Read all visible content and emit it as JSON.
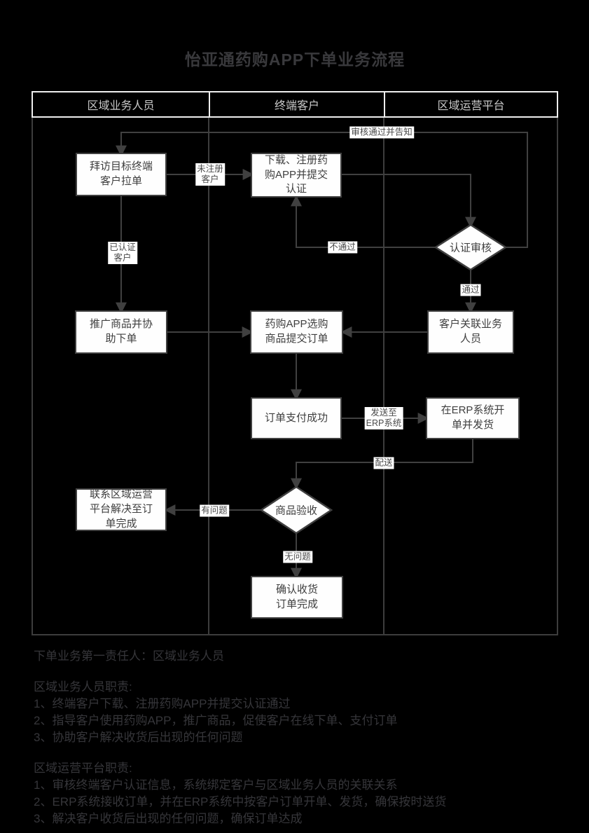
{
  "title": "怡亚通药购APP下单业务流程",
  "lanes": [
    {
      "label": "区域业务人员"
    },
    {
      "label": "终端客户"
    },
    {
      "label": "区域运营平台"
    }
  ],
  "nodes": {
    "visit": {
      "type": "process",
      "lane": "区域业务人员",
      "label": "拜访目标终端\n客户拉单"
    },
    "download": {
      "type": "process",
      "lane": "终端客户",
      "label": "下载、注册药\n购APP并提交\n认证"
    },
    "cert_review": {
      "type": "decision",
      "lane": "区域运营平台",
      "label": "认证审核"
    },
    "promote": {
      "type": "process",
      "lane": "区域业务人员",
      "label": "推广商品并协\n助下单"
    },
    "app_order": {
      "type": "process",
      "lane": "终端客户",
      "label": "药购APP选购\n商品提交订单"
    },
    "bind_staff": {
      "type": "process",
      "lane": "区域运营平台",
      "label": "客户关联业务\n人员"
    },
    "order_paid": {
      "type": "process",
      "lane": "终端客户",
      "label": "订单支付成功"
    },
    "erp_ship": {
      "type": "process",
      "lane": "区域运营平台",
      "label": "在ERP系统开\n单并发货"
    },
    "acceptance": {
      "type": "decision",
      "lane": "终端客户",
      "label": "商品验收"
    },
    "contact_platform": {
      "type": "process",
      "lane": "区域业务人员",
      "label": "联系区域运营\n平台解决至订\n单完成"
    },
    "confirm_receipt": {
      "type": "process",
      "lane": "终端客户",
      "label": "确认收货\n订单完成"
    }
  },
  "edge_labels": {
    "unregistered": "未注册\n客户",
    "certified": "已认证\n客户",
    "review_passed_notify": "审核通过并告知",
    "not_passed": "不通过",
    "passed": "通过",
    "send_to_erp": "发送至\nERP系统",
    "delivery": "配送",
    "has_problem": "有问题",
    "no_problem": "无问题"
  },
  "edges": [
    {
      "from": "visit",
      "to": "download",
      "label": "未注册客户"
    },
    {
      "from": "visit",
      "to": "promote",
      "label": "已认证客户"
    },
    {
      "from": "download",
      "to": "cert_review",
      "label": ""
    },
    {
      "from": "cert_review",
      "to": "download",
      "label": "不通过"
    },
    {
      "from": "cert_review",
      "to": "visit",
      "label": "审核通过并告知"
    },
    {
      "from": "cert_review",
      "to": "bind_staff",
      "label": "通过"
    },
    {
      "from": "promote",
      "to": "app_order",
      "label": ""
    },
    {
      "from": "bind_staff",
      "to": "app_order",
      "label": ""
    },
    {
      "from": "app_order",
      "to": "order_paid",
      "label": ""
    },
    {
      "from": "order_paid",
      "to": "erp_ship",
      "label": "发送至ERP系统"
    },
    {
      "from": "erp_ship",
      "to": "acceptance",
      "label": "配送"
    },
    {
      "from": "acceptance",
      "to": "contact_platform",
      "label": "有问题"
    },
    {
      "from": "acceptance",
      "to": "confirm_receipt",
      "label": "无问题"
    }
  ],
  "notes": {
    "responsible": "下单业务第一责任人：区域业务人员",
    "staff_duties_title": "区域业务人员职责:",
    "staff_duties_block": "1、终端客户下载、注册药购APP并提交认证通过\n2、指导客户使用药购APP，推广商品，促使客户在线下单、支付订单\n3、协助客户解决收货后出现的任何问题",
    "platform_duties_title": "区域运营平台职责:",
    "platform_duties_block": "1、审核终端客户认证信息，系统绑定客户与区域业务人员的关联关系\n2、ERP系统接收订单，并在ERP系统中按客户订单开单、发货，确保按时送货\n3、解决客户收货后出现的任何问题，确保订单达成"
  },
  "colors": {
    "background": "#000000",
    "node_fill": "#fefefe",
    "node_border": "#404040",
    "connector": "#404040",
    "header_border": "#efefef",
    "header_text": "#c9c9c9",
    "dim_text": "#36363a"
  }
}
